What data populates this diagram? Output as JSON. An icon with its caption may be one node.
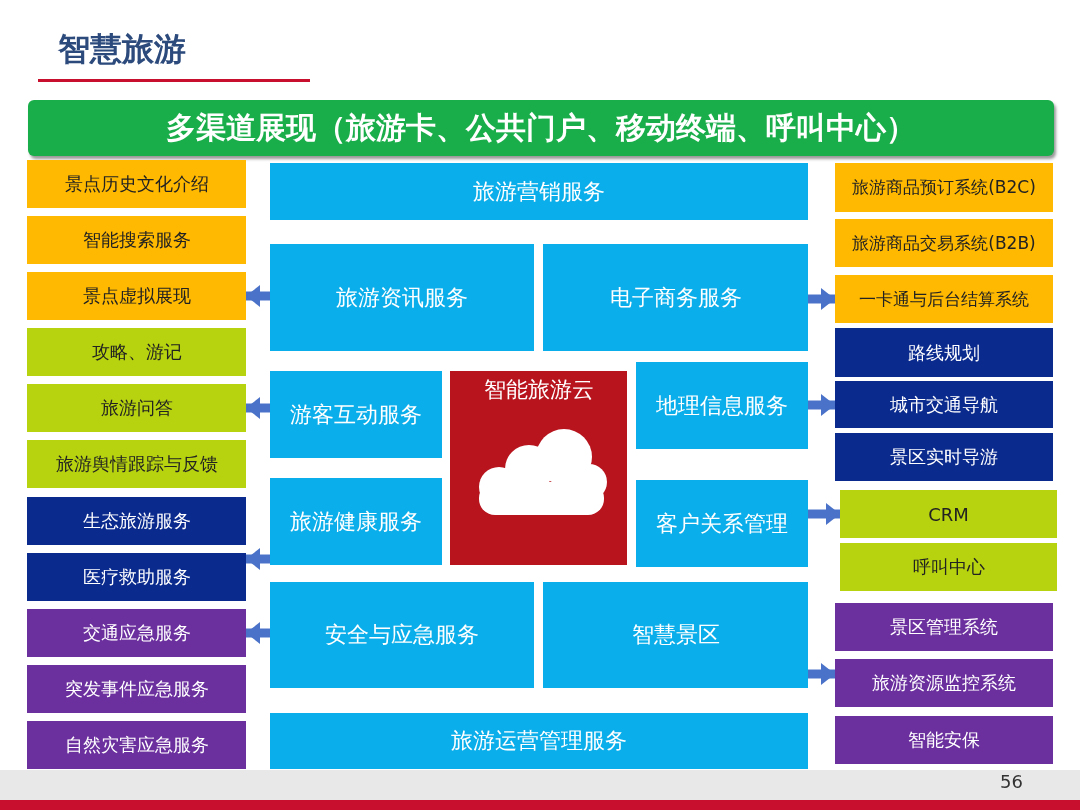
{
  "diagram": {
    "title": "智慧旅游",
    "nodes": [
      {
        "text": [
          "多渠道展现（旅游卡、公共门户、移动终端、呼叫中心）"
        ]
      },
      {
        "text": [
          "景点历史文化介绍"
        ]
      },
      {
        "text": [
          "智能搜索服务"
        ]
      },
      {
        "text": [
          "景点虚拟展现"
        ]
      },
      {
        "text": [
          "攻略、游记"
        ]
      },
      {
        "text": [
          "旅游问答"
        ]
      },
      {
        "text": [
          "旅游舆情跟踪与反馈"
        ]
      },
      {
        "text": [
          "生态旅游服务"
        ]
      },
      {
        "text": [
          "医疗救助服务"
        ]
      },
      {
        "text": [
          "交通应急服务"
        ]
      },
      {
        "text": [
          "突发事件应急服务"
        ]
      },
      {
        "text": [
          "自然灾害应急服务"
        ]
      },
      {
        "text": [
          "旅游营销服务"
        ]
      },
      {
        "text": [
          "旅游资讯服务"
        ]
      },
      {
        "text": [
          "电子商务服务"
        ]
      },
      {
        "text": [
          "游客互动服务"
        ]
      },
      {
        "text": [
          "智能旅游云"
        ]
      },
      {
        "text": [
          "地理信息服务"
        ]
      },
      {
        "text": [
          "旅游健康服务"
        ]
      },
      {
        "text": [
          "客户关系管理"
        ]
      },
      {
        "text": [
          "安全与应急服务"
        ]
      },
      {
        "text": [
          "智慧景区"
        ]
      },
      {
        "text": [
          "旅游运营管理服务"
        ]
      },
      {
        "text": [
          "旅游商品预订系统(B2C)"
        ]
      },
      {
        "text": [
          "旅游商品交易系统(B2B)"
        ]
      },
      {
        "text": [
          "一卡通与后台结算系统"
        ]
      },
      {
        "text": [
          "路线规划"
        ]
      },
      {
        "text": [
          "城市交通导航"
        ]
      },
      {
        "text": [
          "景区实时导游"
        ]
      },
      {
        "text": [
          "CRM"
        ]
      },
      {
        "text": [
          "呼叫中心"
        ]
      },
      {
        "text": [
          "景区管理系统"
        ]
      },
      {
        "text": [
          "旅游资源监控系统"
        ]
      },
      {
        "text": [
          "智能安保"
        ]
      }
    ],
    "edges": [
      {
        "from": 13,
        "to": 3,
        "arrow": "to"
      },
      {
        "from": 15,
        "to": 5,
        "arrow": "to"
      },
      {
        "from": 18,
        "to": 8,
        "arrow": "to"
      },
      {
        "from": 20,
        "to": 9,
        "arrow": "to"
      },
      {
        "from": 14,
        "to": 25,
        "arrow": "to"
      },
      {
        "from": 17,
        "to": 27,
        "arrow": "to"
      },
      {
        "from": 19,
        "to": 29,
        "arrow": "to"
      },
      {
        "from": 21,
        "to": 32,
        "arrow": "to"
      }
    ],
    "labels": [
      "56"
    ]
  }
}
